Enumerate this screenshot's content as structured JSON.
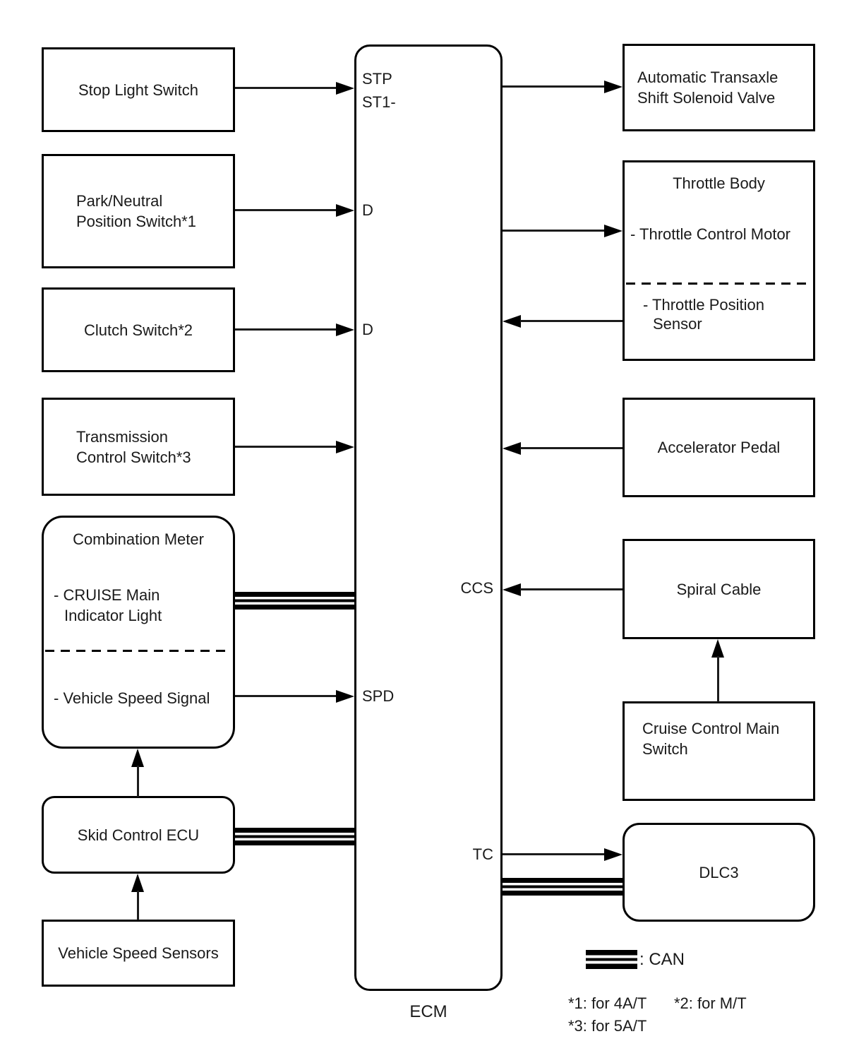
{
  "colors": {
    "background": "#ffffff",
    "line": "#000000",
    "text": "#1a1a1a"
  },
  "ecm": {
    "caption": "ECM",
    "ports": {
      "stp": "STP",
      "st1": "ST1-",
      "d_park_neutral": "D",
      "d_clutch": "D",
      "spd": "SPD",
      "ccs": "CCS",
      "tc": "TC"
    }
  },
  "left_column": {
    "stop_light_switch": {
      "label": "Stop Light Switch"
    },
    "park_neutral_switch": {
      "line1": "Park/Neutral",
      "line2": "Position Switch*1"
    },
    "clutch_switch": {
      "label": "Clutch Switch*2"
    },
    "transmission_control_switch": {
      "line1": "Transmission",
      "line2": "Control Switch*3"
    },
    "combination_meter": {
      "title": "Combination Meter",
      "cruise_line1": "- CRUISE Main",
      "cruise_line2": "Indicator Light",
      "vehicle_speed": "- Vehicle Speed Signal"
    },
    "skid_control_ecu": {
      "label": "Skid Control ECU"
    },
    "vehicle_speed_sensors": {
      "label": "Vehicle Speed Sensors"
    }
  },
  "right_column": {
    "automatic_transaxle": {
      "line1": "Automatic Transaxle",
      "line2": "Shift Solenoid Valve"
    },
    "throttle_body": {
      "title": "Throttle Body",
      "motor": "- Throttle Control Motor",
      "sensor_line1": "- Throttle Position",
      "sensor_line2": "Sensor"
    },
    "accelerator_pedal": {
      "label": "Accelerator Pedal"
    },
    "spiral_cable": {
      "label": "Spiral Cable"
    },
    "cruise_control_main_switch": {
      "line1": "Cruise Control Main",
      "line2": "Switch"
    },
    "dlc3": {
      "label": "DLC3"
    }
  },
  "legend": {
    "can_label": ": CAN",
    "footnote_1": "*1: for 4A/T",
    "footnote_2": "*2: for M/T",
    "footnote_3": "*3: for 5A/T"
  }
}
